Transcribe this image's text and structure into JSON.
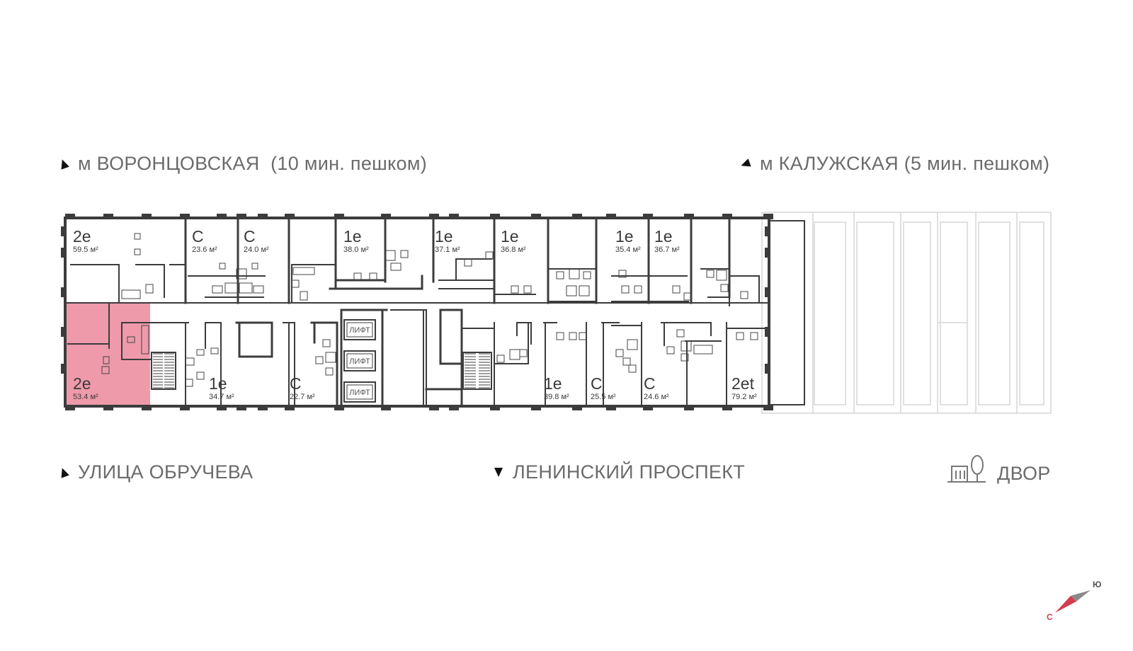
{
  "directions": {
    "top_left": "м ВОРОНЦОВСКАЯ  (10 мин. пешком)",
    "top_right": "м КАЛУЖСКАЯ (5 мин. пешком)",
    "bottom_left": "УЛИЦА ОБРУЧЕВА",
    "bottom_center": "ЛЕНИНСКИЙ ПРОСПЕКТ",
    "bottom_right": "ДВОР"
  },
  "compass": {
    "north": "С",
    "south": "Ю"
  },
  "lift_label": "ЛИФТ",
  "highlight_color": "#ee9aaa",
  "wall_color": "#3c3c3c",
  "apartments": [
    {
      "id": "a1",
      "type": "2e",
      "area": "59.5 м²"
    },
    {
      "id": "a2",
      "type": "С",
      "area": "23.6 м²"
    },
    {
      "id": "a3",
      "type": "С",
      "area": "24.0 м²"
    },
    {
      "id": "a4",
      "type": "1e",
      "area": "38.0 м²"
    },
    {
      "id": "a5",
      "type": "1e",
      "area": "37.1 м²"
    },
    {
      "id": "a6",
      "type": "1e",
      "area": "36.8 м²"
    },
    {
      "id": "a7",
      "type": "1e",
      "area": "35.4 м²"
    },
    {
      "id": "a8",
      "type": "1e",
      "area": "36.7 м²"
    },
    {
      "id": "a9",
      "type": "2e",
      "area": "53.4 м²",
      "selected": true
    },
    {
      "id": "a10",
      "type": "1e",
      "area": "34.7 м²"
    },
    {
      "id": "a11",
      "type": "С",
      "area": "22.7 м²"
    },
    {
      "id": "a12",
      "type": "1e",
      "area": "39.8 м²"
    },
    {
      "id": "a13",
      "type": "С",
      "area": "25.5 м²"
    },
    {
      "id": "a14",
      "type": "С",
      "area": "24.6 м²"
    },
    {
      "id": "a15",
      "type": "2et",
      "area": "79.2 м²"
    }
  ]
}
